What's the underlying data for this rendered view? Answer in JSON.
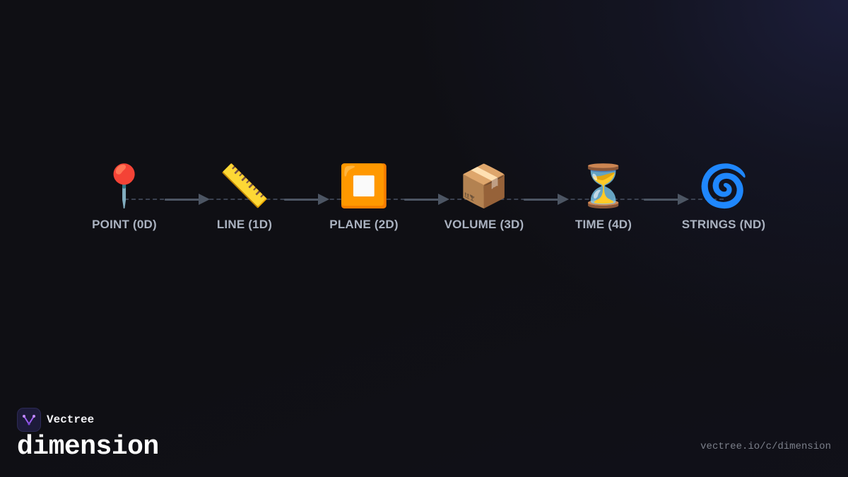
{
  "stages": [
    {
      "icon": "📍",
      "icon_name": "round-pushpin-icon",
      "label": "POINT (0D)"
    },
    {
      "icon": "📏",
      "icon_name": "straight-ruler-icon",
      "label": "LINE (1D)"
    },
    {
      "icon": "⏹️",
      "icon_name": "stop-square-icon",
      "label": "PLANE (2D)"
    },
    {
      "icon": "📦",
      "icon_name": "package-box-icon",
      "label": "VOLUME (3D)"
    },
    {
      "icon": "⏳",
      "icon_name": "hourglass-icon",
      "label": "TIME (4D)"
    },
    {
      "icon": "🌀",
      "icon_name": "cyclone-spiral-icon",
      "label": "STRINGS (ND)"
    }
  ],
  "brand": {
    "name": "Vectree",
    "logo_icon": "vectree-logo-icon",
    "accent": "#9b5cf0"
  },
  "title": "dimension",
  "url": "vectree.io/c/dimension",
  "colors": {
    "background": "#0f0f14",
    "label": "#aab2c0",
    "connector": "#4c5563"
  }
}
